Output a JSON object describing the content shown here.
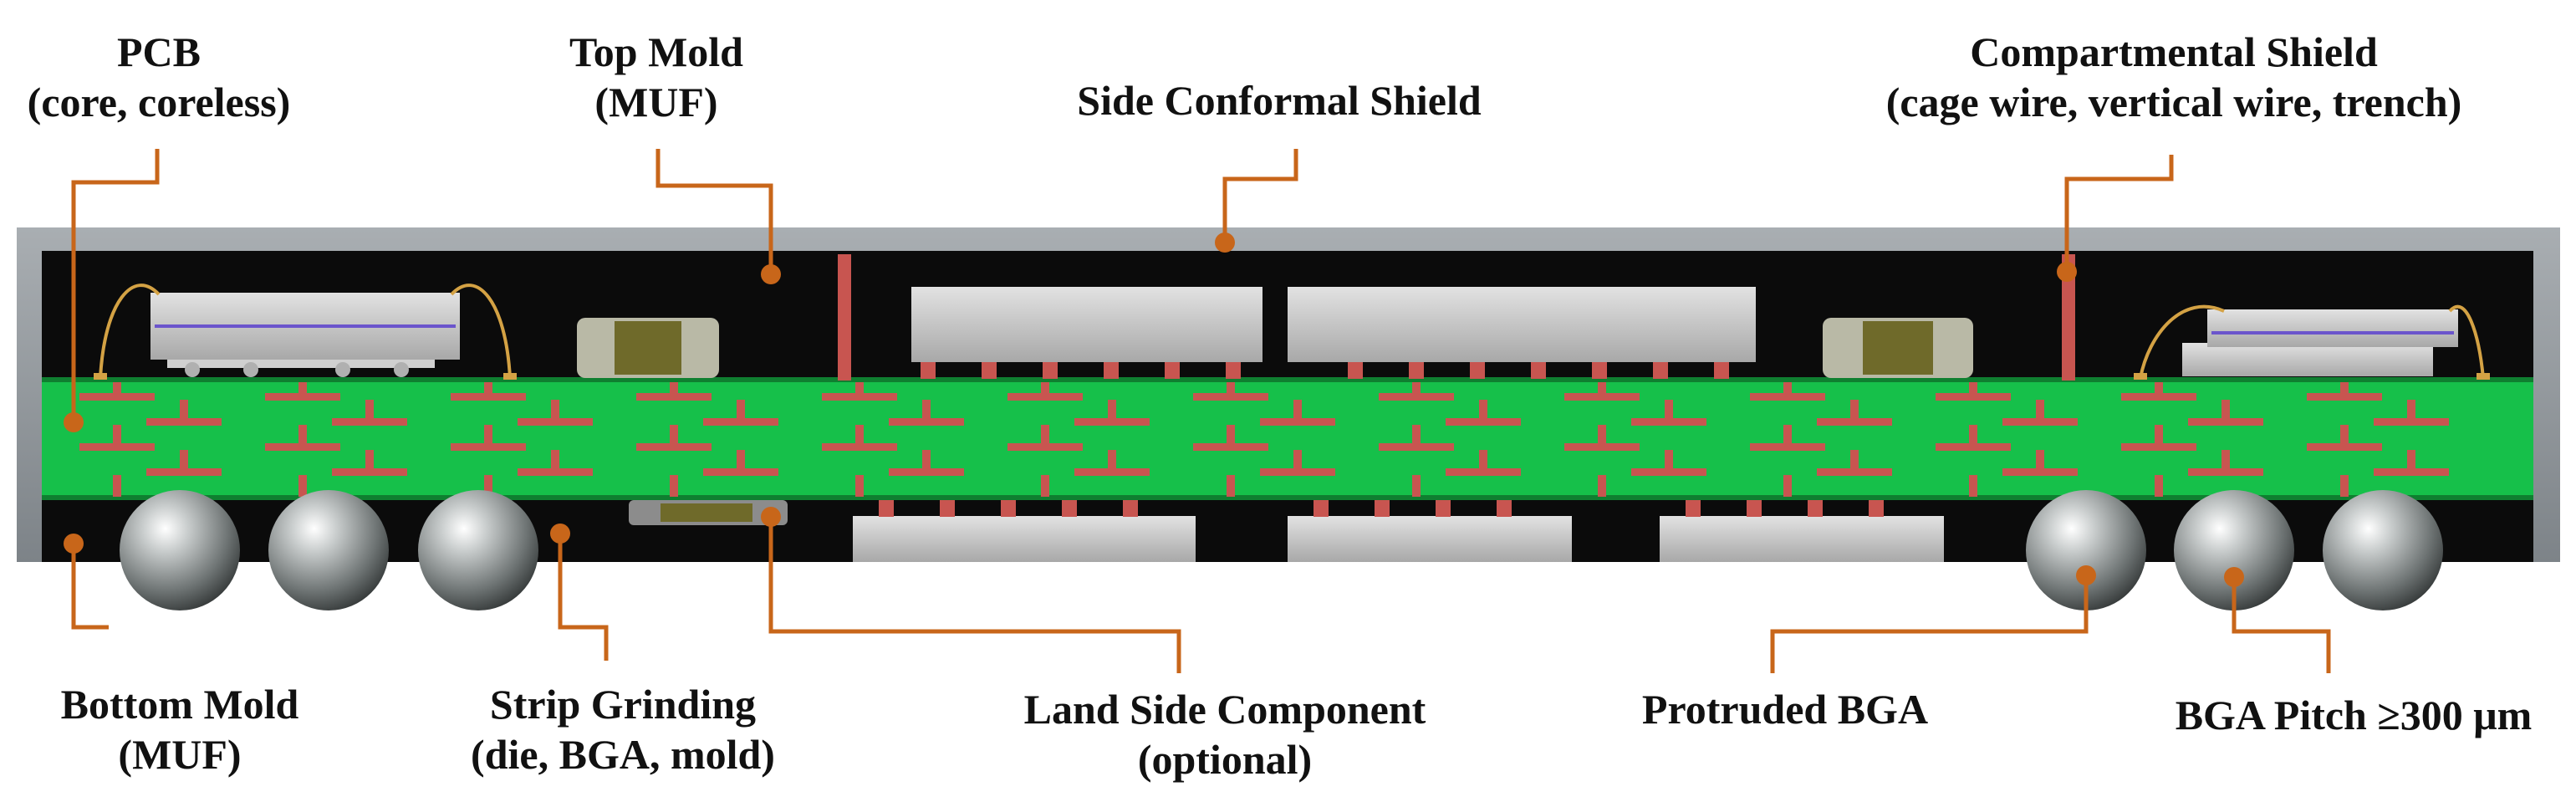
{
  "colors": {
    "shield": "#8e9499",
    "mold": "#0b0b0b",
    "pcb": "#16c04a",
    "trace": "#c85550",
    "leader": "#c8661a",
    "component": "#c8c8c8",
    "passive_body": "#b9b9a6",
    "passive_center": "#6f6a2a",
    "wire": "#d4a244",
    "die_line": "#6b55cc",
    "ball": "#9aa0a0"
  },
  "labels": {
    "pcb": {
      "line1": "PCB",
      "line2": "(core, coreless)"
    },
    "top_mold": {
      "line1": "Top Mold",
      "line2": "(MUF)"
    },
    "side_shield": {
      "line1": "Side Conformal Shield"
    },
    "compartment_shield": {
      "line1": "Compartmental Shield",
      "line2": "(cage wire, vertical wire, trench)"
    },
    "bottom_mold": {
      "line1": "Bottom Mold",
      "line2": "(MUF)"
    },
    "strip_grinding": {
      "line1": "Strip Grinding",
      "line2": "(die, BGA, mold)"
    },
    "land_side": {
      "line1": "Land Side Component",
      "line2": "(optional)"
    },
    "protruded_bga": {
      "line1": "Protruded BGA"
    },
    "bga_pitch": {
      "line1": "BGA Pitch ≥300 μm"
    }
  }
}
